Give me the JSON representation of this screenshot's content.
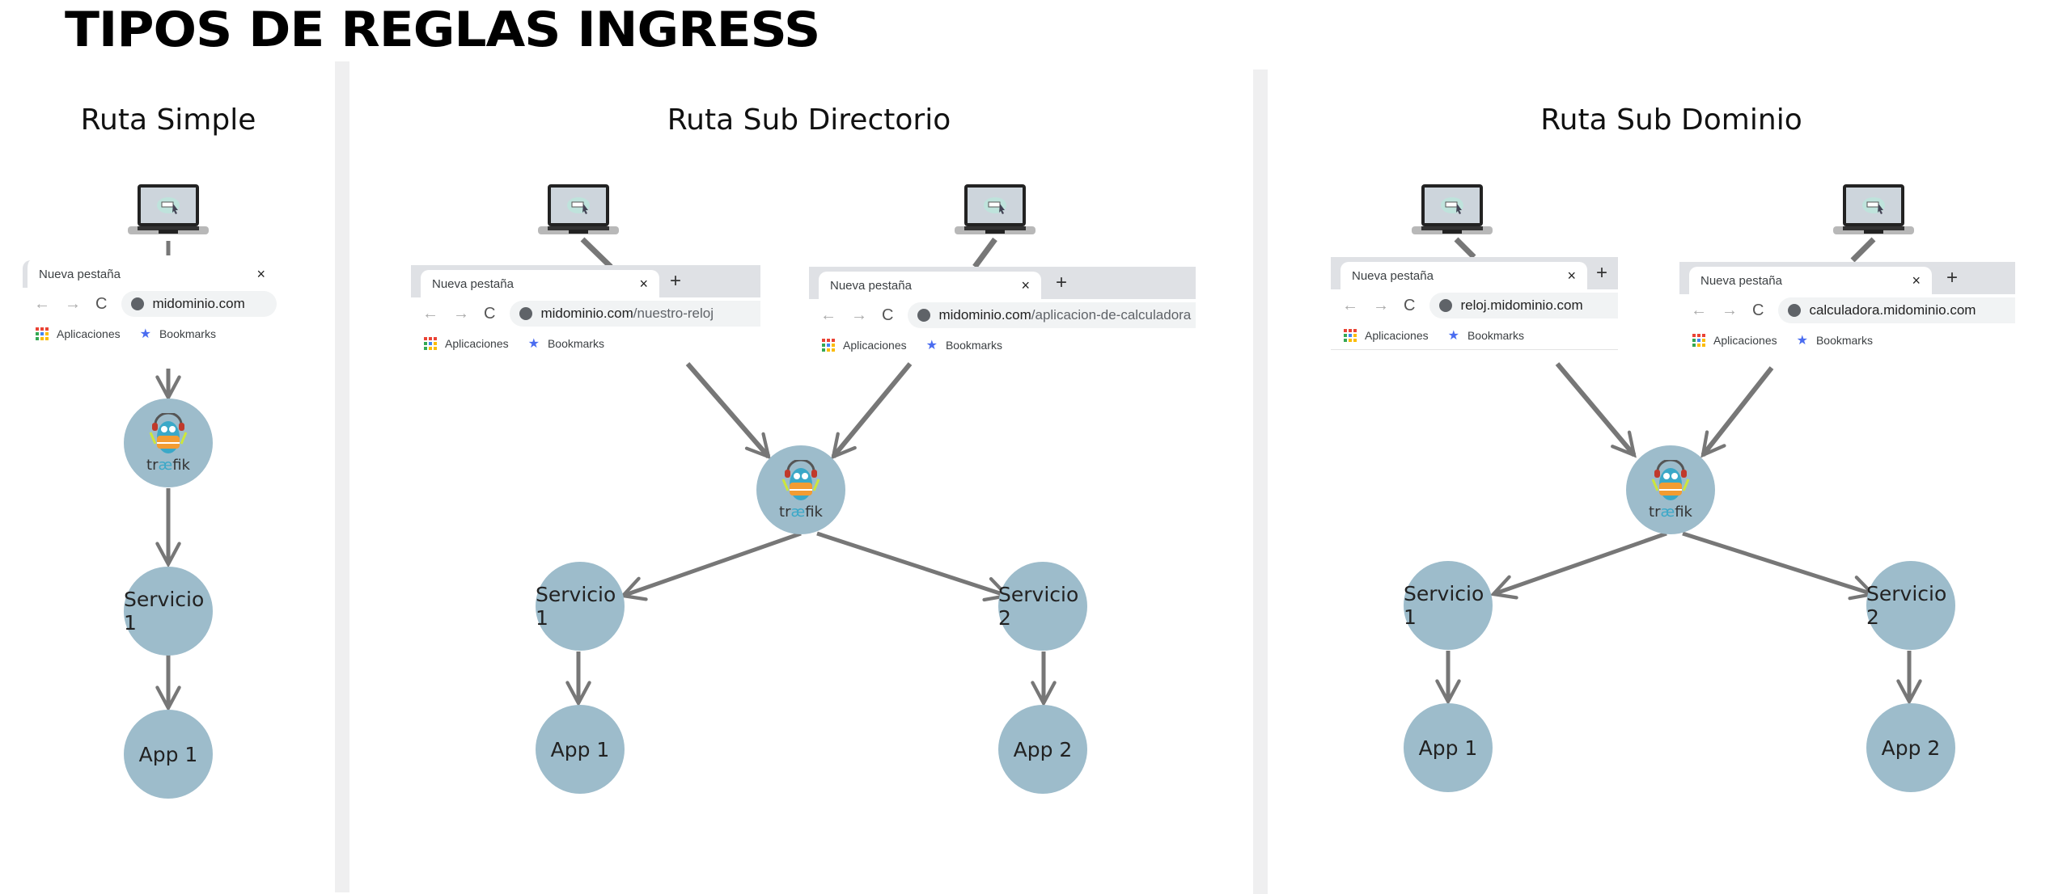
{
  "title": "TIPOS DE REGLAS INGRESS",
  "colors": {
    "node_fill": "#9dbccb",
    "arrow": "#777777",
    "divider": "#efeff0",
    "text": "#222222"
  },
  "browser_common": {
    "tab_label": "Nueva pestaña",
    "close_glyph": "×",
    "new_tab_glyph": "+",
    "back_glyph": "←",
    "forward_glyph": "→",
    "reload_glyph": "C",
    "apps_label": "Aplicaciones",
    "bookmarks_label": "Bookmarks",
    "star_glyph": "★"
  },
  "sections": [
    {
      "title": "Ruta Simple",
      "browsers": [
        {
          "domain": "midominio.com",
          "path": ""
        }
      ],
      "traefik_label_pre": "tr",
      "traefik_label_ae": "æ",
      "traefik_label_post": "fik",
      "services": [
        "Servicio 1"
      ],
      "apps": [
        "App 1"
      ]
    },
    {
      "title": "Ruta Sub Directorio",
      "browsers": [
        {
          "domain": "midominio.com",
          "path": "/nuestro-reloj"
        },
        {
          "domain": "midominio.com",
          "path": "/aplicacion-de-calculadora"
        }
      ],
      "services": [
        "Servicio 1",
        "Servicio 2"
      ],
      "apps": [
        "App 1",
        "App 2"
      ]
    },
    {
      "title": "Ruta Sub Dominio",
      "browsers": [
        {
          "domain": "reloj.midominio.com",
          "path": ""
        },
        {
          "domain": "calculadora.midominio.com",
          "path": ""
        }
      ],
      "services": [
        "Servicio 1",
        "Servicio 2"
      ],
      "apps": [
        "App 1",
        "App 2"
      ]
    }
  ],
  "traefik": {
    "pre": "tr",
    "ae": "æ",
    "post": "fik"
  }
}
